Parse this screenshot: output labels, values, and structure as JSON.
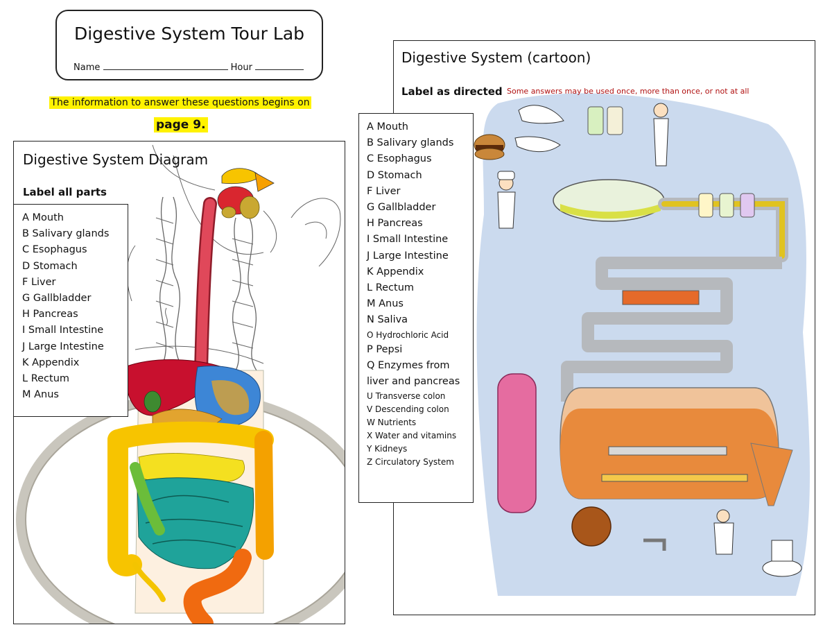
{
  "header": {
    "title": "Digestive System Tour Lab",
    "name_label": "Name",
    "hour_label": "Hour"
  },
  "notice": {
    "text": "The information to answer these questions begins on",
    "page": "page 9."
  },
  "diagram_panel": {
    "title": "Digestive System Diagram",
    "subtitle": "Label all parts",
    "items": [
      "A Mouth",
      "B Salivary glands",
      "C Esophagus",
      "D Stomach",
      "F Liver",
      "G Gallbladder",
      "H Pancreas",
      "I Small Intestine",
      "J Large Intestine",
      "K Appendix",
      "L Rectum",
      "M Anus"
    ]
  },
  "cartoon_panel": {
    "title": "Digestive System (cartoon)",
    "subtitle": "Label as directed",
    "note": "Some answers may be used once, more than once, or not at all",
    "items": [
      "A Mouth",
      "B Salivary glands",
      "C Esophagus",
      "D Stomach",
      "F Liver",
      "G Gallbladder",
      "H Pancreas",
      "I Small Intestine",
      "J Large Intestine",
      "K Appendix",
      "L Rectum",
      "M Anus",
      "N Saliva",
      "O Hydrochloric Acid",
      "P Pepsi",
      "Q Enzymes from",
      "liver and pancreas",
      "U Transverse colon",
      "V Descending colon",
      "W Nutrients",
      "X Water and vitamins",
      "Y Kidneys",
      "Z Circulatory System"
    ]
  },
  "colors": {
    "highlight": "#fff200",
    "note_red": "#b01010",
    "esophagus": "#e0485a",
    "liver": "#c8102e",
    "stomach": "#3d86d6",
    "small_intestine_teal": "#1fa39a",
    "large_intestine_yellow": "#f7c400",
    "rectum_orange": "#f06a10",
    "cartoon_bg": "#b9cde8",
    "tank_orange": "#e88a3c",
    "tank_pink": "#e56ca0"
  }
}
